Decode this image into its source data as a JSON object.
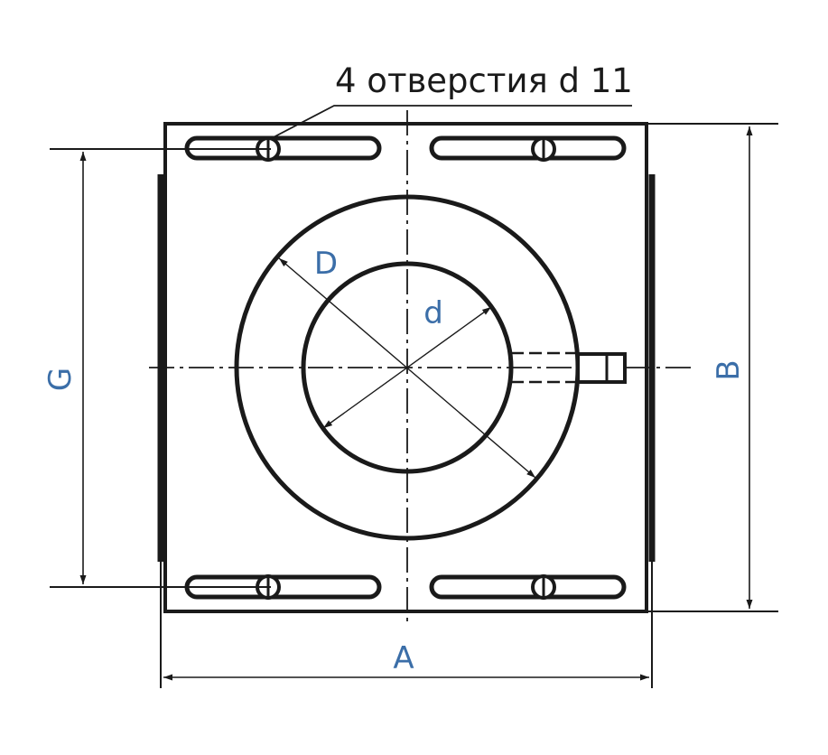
{
  "note": {
    "holes_label": "4 отверстия d 11"
  },
  "dimensions": {
    "width_label": "A",
    "height_label": "B",
    "hole_spacing_label": "G",
    "outer_diameter_label": "D",
    "inner_diameter_label": "d"
  },
  "colors": {
    "line": "#1a1a1a",
    "dimension_text": "#3b6ea8",
    "background": "#ffffff"
  }
}
